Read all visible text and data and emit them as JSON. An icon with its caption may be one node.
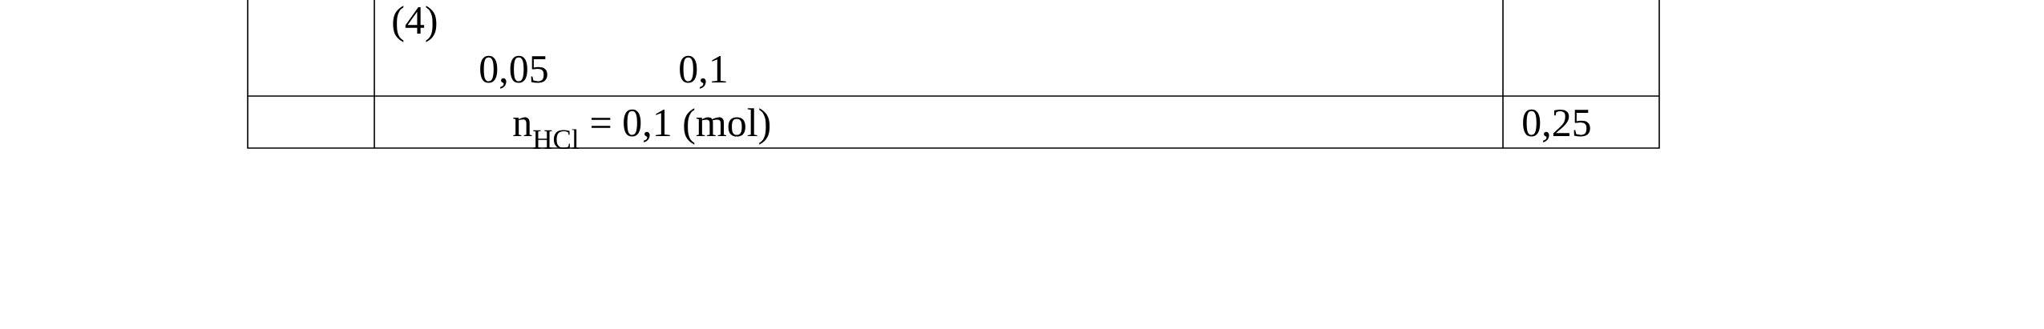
{
  "diagram": {
    "labels": [
      "(4)",
      "0,05",
      "0,1",
      "n$_{HCl}$ = 0,1 (mol)",
      "0,25"
    ]
  }
}
